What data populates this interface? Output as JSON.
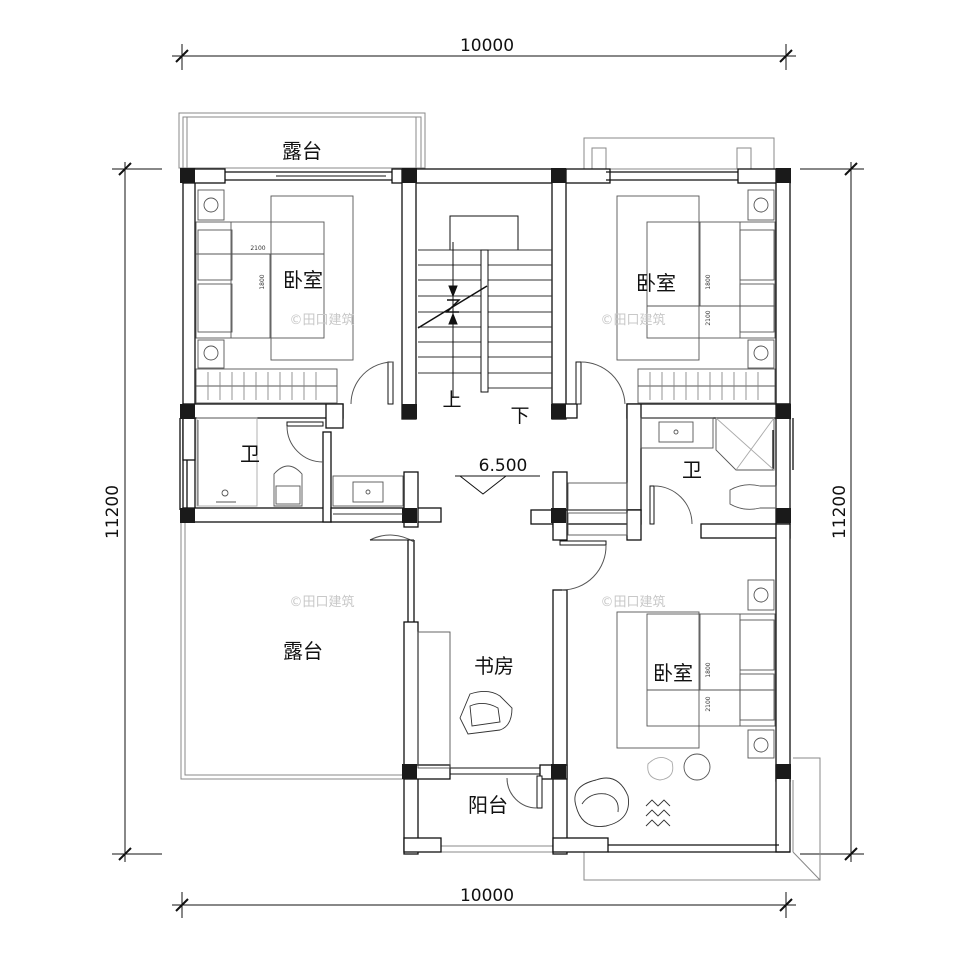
{
  "dimensions": {
    "top": "10000",
    "bottom": "10000",
    "left": "11200",
    "right": "11200"
  },
  "rooms": {
    "terrace_top": "露台",
    "bedroom_top_left": "卧室",
    "bedroom_top_right": "卧室",
    "bath_left": "卫",
    "bath_right": "卫",
    "terrace_left": "露台",
    "study": "书房",
    "bedroom_bottom_right": "卧室",
    "balcony": "阳台"
  },
  "stairs": {
    "up": "上",
    "down": "下"
  },
  "elevation": "6.500",
  "bed_sizes": {
    "length": "2100",
    "width": "1800"
  },
  "watermark": "©田口建筑"
}
